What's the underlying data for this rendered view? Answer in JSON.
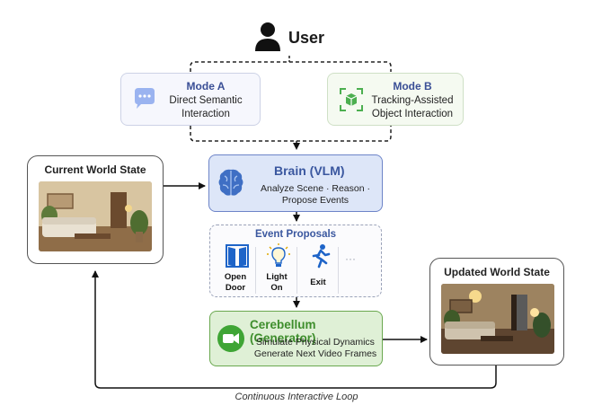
{
  "user": {
    "label": "User",
    "icon": "person-icon"
  },
  "mode_a": {
    "title": "Mode A",
    "desc_line1": "Direct Semantic",
    "desc_line2": "Interaction",
    "icon": "chat-bubble-icon"
  },
  "mode_b": {
    "title": "Mode B",
    "desc_line1": "Tracking-Assisted",
    "desc_line2": "Object Interaction",
    "icon": "tracking-cube-icon"
  },
  "current_world": {
    "title": "Current World State",
    "image": "living-room-photo"
  },
  "updated_world": {
    "title": "Updated World State",
    "image": "living-room-dim-photo"
  },
  "brain": {
    "title": "Brain (VLM)",
    "desc_line1": "Analyze Scene · Reason ·",
    "desc_line2": "Propose Events",
    "icon": "brain-icon"
  },
  "event_proposals": {
    "title": "Event Proposals",
    "items": [
      {
        "line1": "Open",
        "line2": "Door",
        "icon": "door-icon"
      },
      {
        "line1": "Light",
        "line2": "On",
        "icon": "lightbulb-icon"
      },
      {
        "line1": "Exit",
        "line2": "",
        "icon": "running-person-icon"
      }
    ],
    "more": "···"
  },
  "cerebellum": {
    "title": "Cerebellum (Generator)",
    "desc_line1": "Simulate Physical Dynamics",
    "desc_line2": "Generate Next Video Frames",
    "icon": "video-camera-icon"
  },
  "loop_label": "Continuous Interactive Loop",
  "colors": {
    "brain_fill": "#dde6f8",
    "brain_border": "#6d84c8",
    "cerebellum_fill": "#dff0d6",
    "cerebellum_border": "#6aa84f",
    "title_blue": "#3a579f",
    "title_green": "#3e8e2c"
  }
}
